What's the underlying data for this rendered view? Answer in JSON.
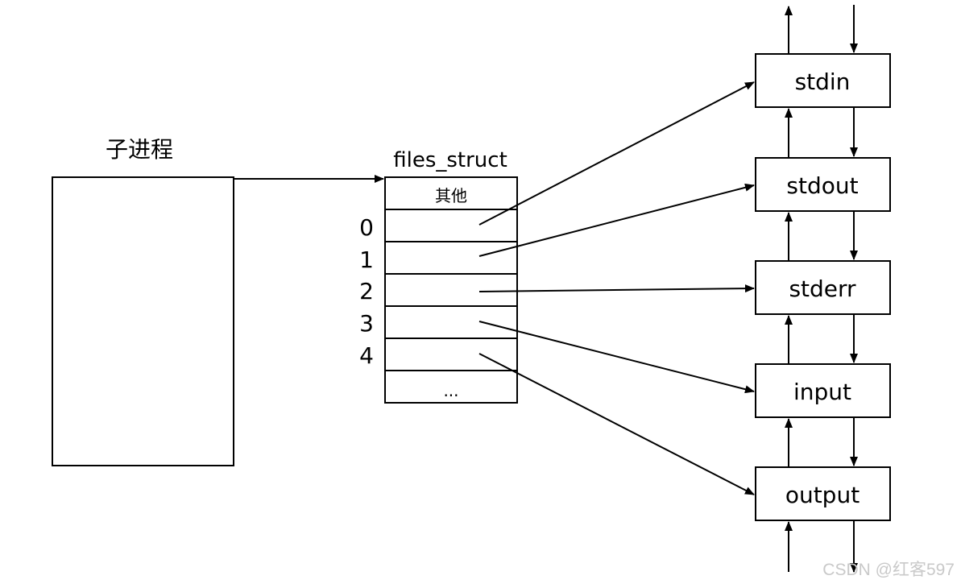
{
  "diagram": {
    "child_process": {
      "label": "子进程"
    },
    "files_struct": {
      "title": "files_struct",
      "header_cell": "其他",
      "indices": [
        "0",
        "1",
        "2",
        "3",
        "4"
      ],
      "footer_cell": "..."
    },
    "files": [
      {
        "label": "stdin",
        "fd": "0"
      },
      {
        "label": "stdout",
        "fd": "1"
      },
      {
        "label": "stderr",
        "fd": "2"
      },
      {
        "label": "input",
        "fd": "3"
      },
      {
        "label": "output",
        "fd": "4"
      }
    ],
    "edges": [
      {
        "from": "child_process",
        "to": "files_struct"
      },
      {
        "from": "fd-0",
        "to": "stdin"
      },
      {
        "from": "fd-1",
        "to": "stdout"
      },
      {
        "from": "fd-2",
        "to": "stderr"
      },
      {
        "from": "fd-3",
        "to": "input"
      },
      {
        "from": "fd-4",
        "to": "output"
      }
    ],
    "list_links": "doubly-linked list of file objects (up arrows on left, down arrows on right)"
  },
  "watermark": "CSDN @红客597"
}
